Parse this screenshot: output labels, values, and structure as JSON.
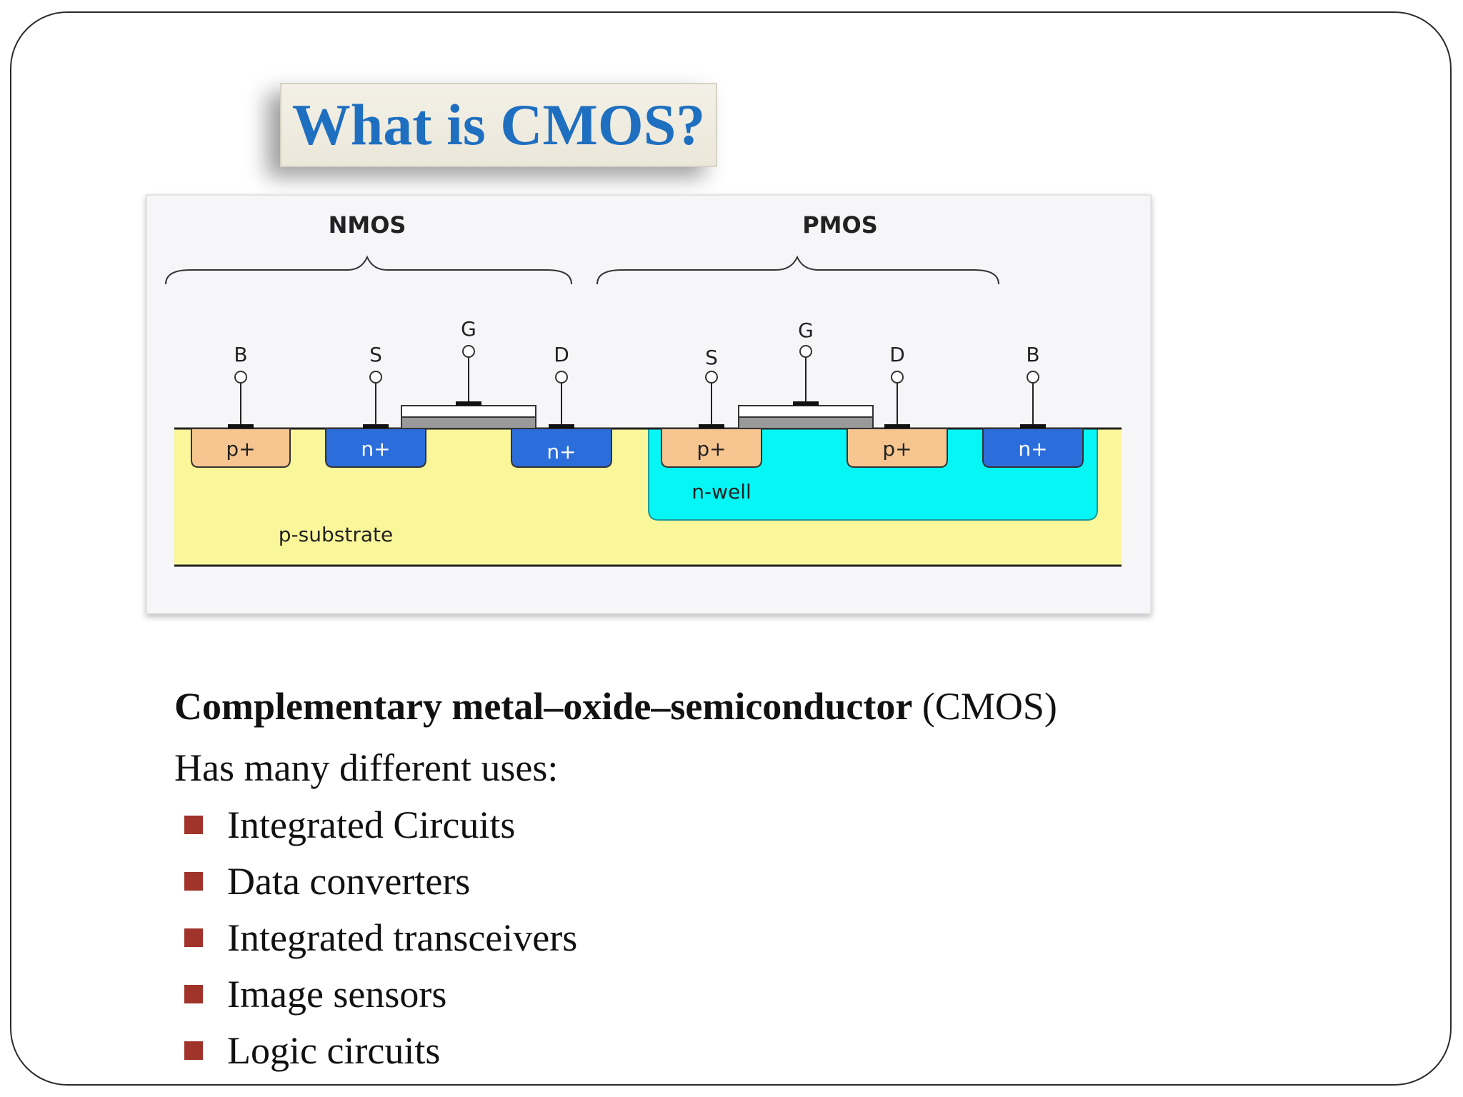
{
  "title": "What is CMOS?",
  "diagram": {
    "nmos_label": "NMOS",
    "pmos_label": "PMOS",
    "terminals": {
      "nmos_b": "B",
      "nmos_s": "S",
      "nmos_g": "G",
      "nmos_d": "D",
      "pmos_s": "S",
      "pmos_g": "G",
      "pmos_d": "D",
      "pmos_b": "B"
    },
    "regions": {
      "nmos_b_region": "p+",
      "nmos_s_region": "n+",
      "nmos_d_region": "n+",
      "pmos_s_region": "p+",
      "pmos_d_region": "p+",
      "pmos_b_region": "n+",
      "well": "n-well",
      "substrate": "p-substrate"
    },
    "colors": {
      "substrate": "#faf69a",
      "n_well": "#06f5f5",
      "p_plus": "#f7c690",
      "n_plus": "#2c6ddc",
      "gate": "#9a9a9a",
      "gate_top": "#ffffff"
    }
  },
  "bullets": {
    "item1_bold": "Complementary metal–oxide–semiconductor",
    "item1_rest": " (CMOS)",
    "item2": "Has many different uses:",
    "bullet_glyph": "",
    "sub_items": [
      "Integrated Circuits",
      "Data converters",
      "Integrated transceivers",
      "Image sensors",
      "Logic circuits"
    ],
    "sub_bullet_color": "#a0332a"
  }
}
